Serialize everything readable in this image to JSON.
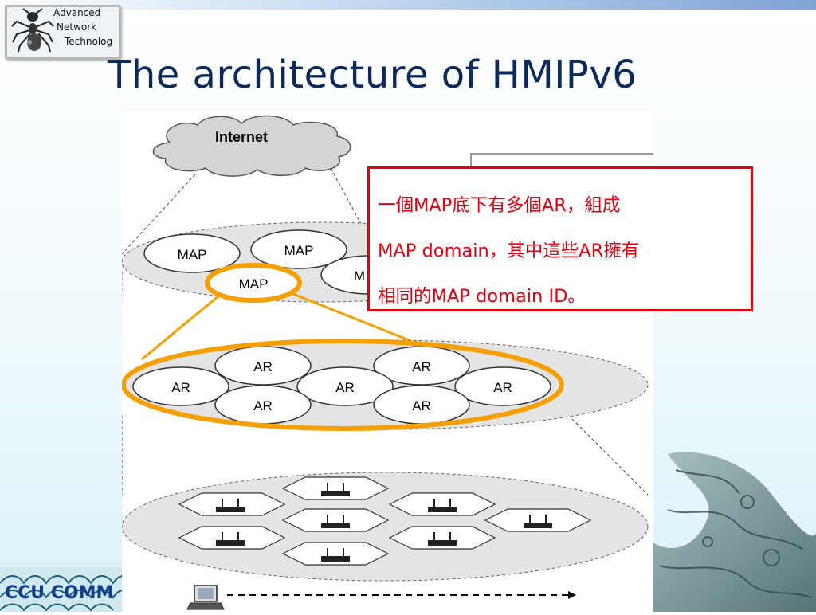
{
  "logo": {
    "lines": [
      "Advanced",
      "Network",
      "Technolog"
    ]
  },
  "slide": {
    "title": "The architecture of HMIPv6"
  },
  "diagram": {
    "internet": "Internet",
    "map_label": "MAP",
    "map_partial": "M",
    "ar_label": "AR"
  },
  "callout": {
    "line1": "一個MAP底下有多個AR，組成",
    "line2": "MAP domain，其中這些AR擁有",
    "line3": "相同的MAP domain ID。"
  },
  "footer": {
    "text": "CCU COMM"
  },
  "colors": {
    "title": "#0b2a5a",
    "callout_red": "#e00010",
    "highlight_orange": "#f5a000",
    "footer_blue": "#123f8a"
  }
}
